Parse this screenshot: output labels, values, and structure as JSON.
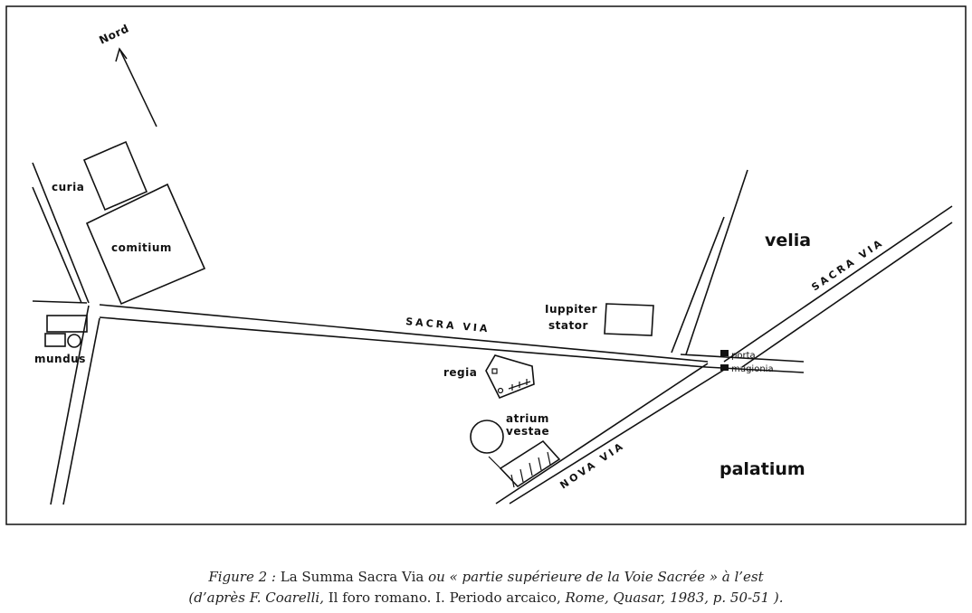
{
  "map": {
    "north_label": "Nord",
    "labels": {
      "curia": "curia",
      "comitium": "comitium",
      "mundus": "mundus",
      "sacra_via_west": "SACRA VIA",
      "sacra_via_east": "SACRA VIA",
      "iuppiter": "Iuppiter",
      "stator": "stator",
      "velia": "velia",
      "porta": "porta",
      "mugionia": "mugionia",
      "regia": "regia",
      "atrium": "atrium",
      "vestae": "vestae",
      "nova_via": "NOVA VIA",
      "palatium": "palatium"
    }
  },
  "caption": {
    "line1": {
      "a": "Figure 2 : ",
      "b": "La Summa Sacra Via ",
      "c": "ou « partie supérieure de la Voie Sacrée » à l’est"
    },
    "line2": {
      "a": "(d’après F. Coarelli, ",
      "b": "Il foro romano. I. Periodo arcaico, ",
      "c": "Rome, Quasar, 1983, p. 50-51 )."
    }
  }
}
